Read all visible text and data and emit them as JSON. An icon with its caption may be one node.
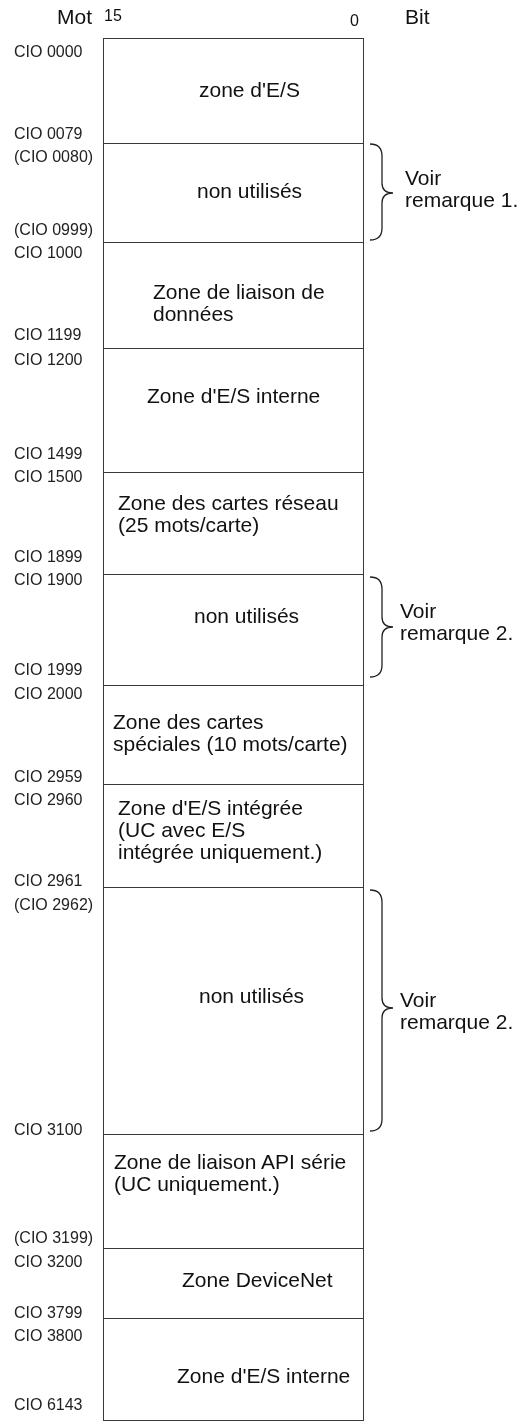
{
  "diagram": {
    "nodes": [
      {
        "text": [
          "zone d'E/S"
        ],
        "beside": [
          "CIO 0000",
          "CIO 0079"
        ]
      },
      {
        "text": [
          "non utilisés"
        ],
        "beside": [
          "(CIO 0080)",
          "(CIO 0999)",
          "Voir remarque 1."
        ]
      },
      {
        "text": [
          "Zone de liaison de données"
        ],
        "beside": [
          "CIO 1000",
          "CIO 1199"
        ]
      },
      {
        "text": [
          "Zone d'E/S interne"
        ],
        "beside": [
          "CIO 1200",
          "CIO 1499"
        ]
      },
      {
        "text": [
          "Zone des cartes réseau (25 mots/carte)"
        ],
        "beside": [
          "CIO 1500",
          "CIO 1899"
        ]
      },
      {
        "text": [
          "non utilisés"
        ],
        "beside": [
          "CIO 1900",
          "CIO 1999",
          "Voir remarque 2."
        ]
      },
      {
        "text": [
          "Zone des cartes spéciales (10 mots/carte)"
        ],
        "beside": [
          "CIO 2000",
          "CIO 2959"
        ]
      },
      {
        "text": [
          "Zone d'E/S intégrée (UC avec E/S intégrée uniquement.)"
        ],
        "beside": [
          "CIO 2960",
          "CIO 2961"
        ]
      },
      {
        "text": [
          "non utilisés"
        ],
        "beside": [
          "(CIO 2962)",
          "Voir remarque 2."
        ]
      },
      {
        "text": [
          "Zone de liaison API série (UC uniquement.)"
        ],
        "beside": [
          "CIO 3100",
          "(CIO 3199)"
        ]
      },
      {
        "text": [
          "Zone DeviceNet"
        ],
        "beside": [
          "CIO 3200",
          "CIO 3799"
        ]
      },
      {
        "text": [
          "Zone d'E/S interne"
        ],
        "beside": [
          "CIO 3800",
          "CIO 6143"
        ]
      }
    ],
    "labels": [
      "Mot",
      "15",
      "0",
      "Bit"
    ]
  }
}
